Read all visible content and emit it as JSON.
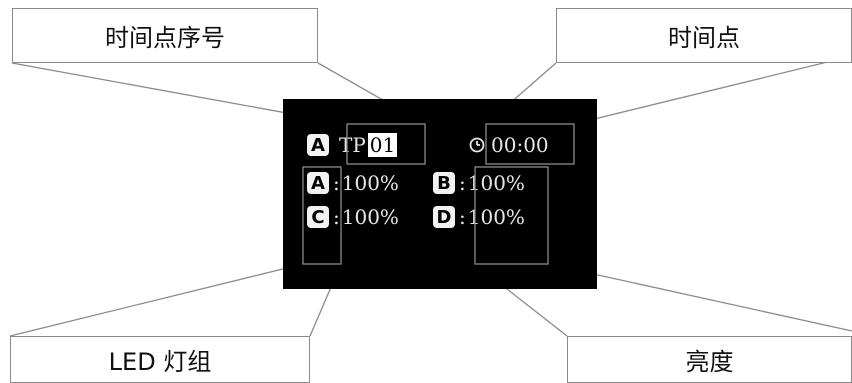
{
  "callouts": {
    "tp_index": "时间点序号",
    "time_point": "时间点",
    "led_group": "LED 灯组",
    "brightness": "亮度"
  },
  "display": {
    "row1": {
      "mode_badge": "A",
      "tp_prefix": "TP",
      "tp_number": "01",
      "clock_icon": "clock-icon",
      "time": "00:00"
    },
    "channels": [
      {
        "badge": "A",
        "sep": ":",
        "value": "100%"
      },
      {
        "badge": "B",
        "sep": ":",
        "value": "100%"
      },
      {
        "badge": "C",
        "sep": ":",
        "value": "100%"
      },
      {
        "badge": "D",
        "sep": ":",
        "value": "100%"
      }
    ]
  },
  "colors": {
    "screen_bg": "#000000",
    "screen_text": "#e6e6e6",
    "callout_border": "#8a8a8a",
    "leader_line": "#8a8a8a"
  }
}
